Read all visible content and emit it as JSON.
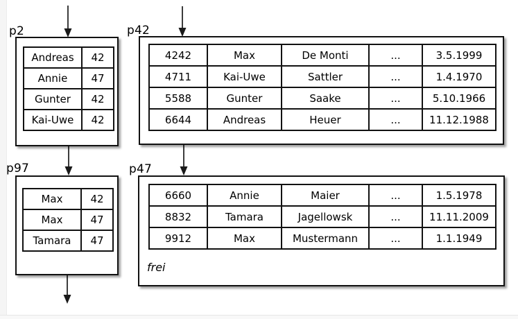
{
  "colors": {
    "ink": "#111111",
    "background": "#ffffff",
    "left_strip": "#f5f5f5",
    "bottom_band": "#f8f8f8"
  },
  "diagram": {
    "pages": {
      "p2": {
        "label": "p2",
        "rows": [
          [
            "Andreas",
            "42"
          ],
          [
            "Annie",
            "47"
          ],
          [
            "Gunter",
            "42"
          ],
          [
            "Kai-Uwe",
            "42"
          ]
        ]
      },
      "p42": {
        "label": "p42",
        "rows": [
          [
            "4242",
            "Max",
            "De Monti",
            "...",
            "3.5.1999"
          ],
          [
            "4711",
            "Kai-Uwe",
            "Sattler",
            "...",
            "1.4.1970"
          ],
          [
            "5588",
            "Gunter",
            "Saake",
            "...",
            "5.10.1966"
          ],
          [
            "6644",
            "Andreas",
            "Heuer",
            "...",
            "11.12.1988"
          ]
        ]
      },
      "p97": {
        "label": "p97",
        "rows": [
          [
            "Max",
            "42"
          ],
          [
            "Max",
            "47"
          ],
          [
            "Tamara",
            "47"
          ]
        ]
      },
      "p47": {
        "label": "p47",
        "rows": [
          [
            "6660",
            "Annie",
            "Maier",
            "...",
            "1.5.1978"
          ],
          [
            "8832",
            "Tamara",
            "Jagellowsk",
            "...",
            "11.11.2009"
          ],
          [
            "9912",
            "Max",
            "Mustermann",
            "...",
            "1.1.1949"
          ]
        ],
        "footer": "frei"
      }
    }
  }
}
